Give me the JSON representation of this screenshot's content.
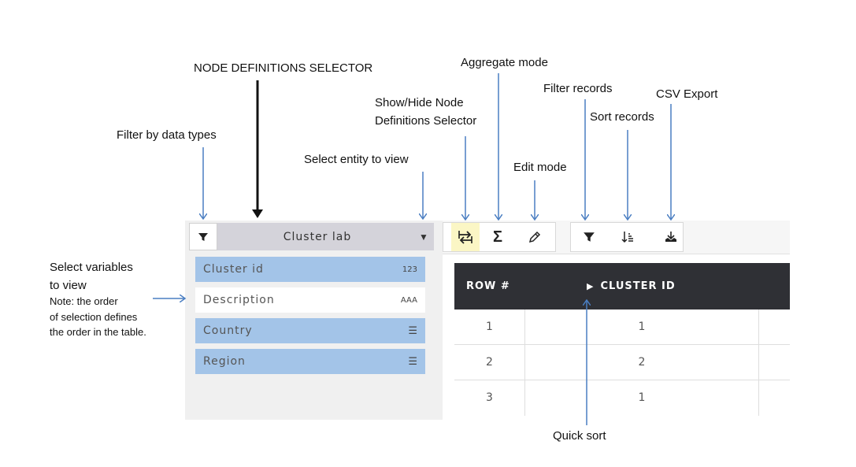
{
  "annotations": {
    "node_definitions_selector": "NODE DEFINITIONS SELECTOR",
    "aggregate_mode": "Aggregate mode",
    "filter_records": "Filter records",
    "csv_export": "CSV Export",
    "show_hide_line1": "Show/Hide Node",
    "show_hide_line2": "Definitions Selector",
    "sort_records": "Sort records",
    "filter_by_data_types": "Filter by data types",
    "select_entity": "Select entity to view",
    "edit_mode": "Edit mode",
    "select_variables_line1": "Select variables",
    "select_variables_line2": "to view",
    "note_line1": "Note: the order",
    "note_line2": "of selection defines",
    "note_line3": "the order in the table.",
    "quick_sort": "Quick sort"
  },
  "selector": {
    "entity": "Cluster lab",
    "dropdown_icon": "triangle-down-icon",
    "filter_icon": "funnel-icon"
  },
  "variables": [
    {
      "name": "Cluster id",
      "type": "123",
      "selected": true
    },
    {
      "name": "Description",
      "type": "AAA",
      "selected": false
    },
    {
      "name": "Country",
      "type": "list-icon",
      "selected": true
    },
    {
      "name": "Region",
      "type": "list-icon",
      "selected": true
    }
  ],
  "toolbar": {
    "show_hide_icon": "swap-arrows-icon",
    "aggregate_icon": "sigma",
    "edit_icon": "pencil-icon",
    "filter_icon": "funnel-icon",
    "sort_icon": "sort-icon",
    "export_icon": "download-icon"
  },
  "table": {
    "columns": [
      "ROW #",
      "CLUSTER ID"
    ],
    "sort_indicator": "▶",
    "rows": [
      [
        "1",
        "1"
      ],
      [
        "2",
        "2"
      ],
      [
        "3",
        "1"
      ]
    ]
  },
  "colors": {
    "selected_variable": "#a3c4e8",
    "selector_bar": "#d4d3da",
    "table_header": "#2f3035",
    "arrow": "#4a7ec2",
    "active_toolbar": "#fbf6c5"
  }
}
